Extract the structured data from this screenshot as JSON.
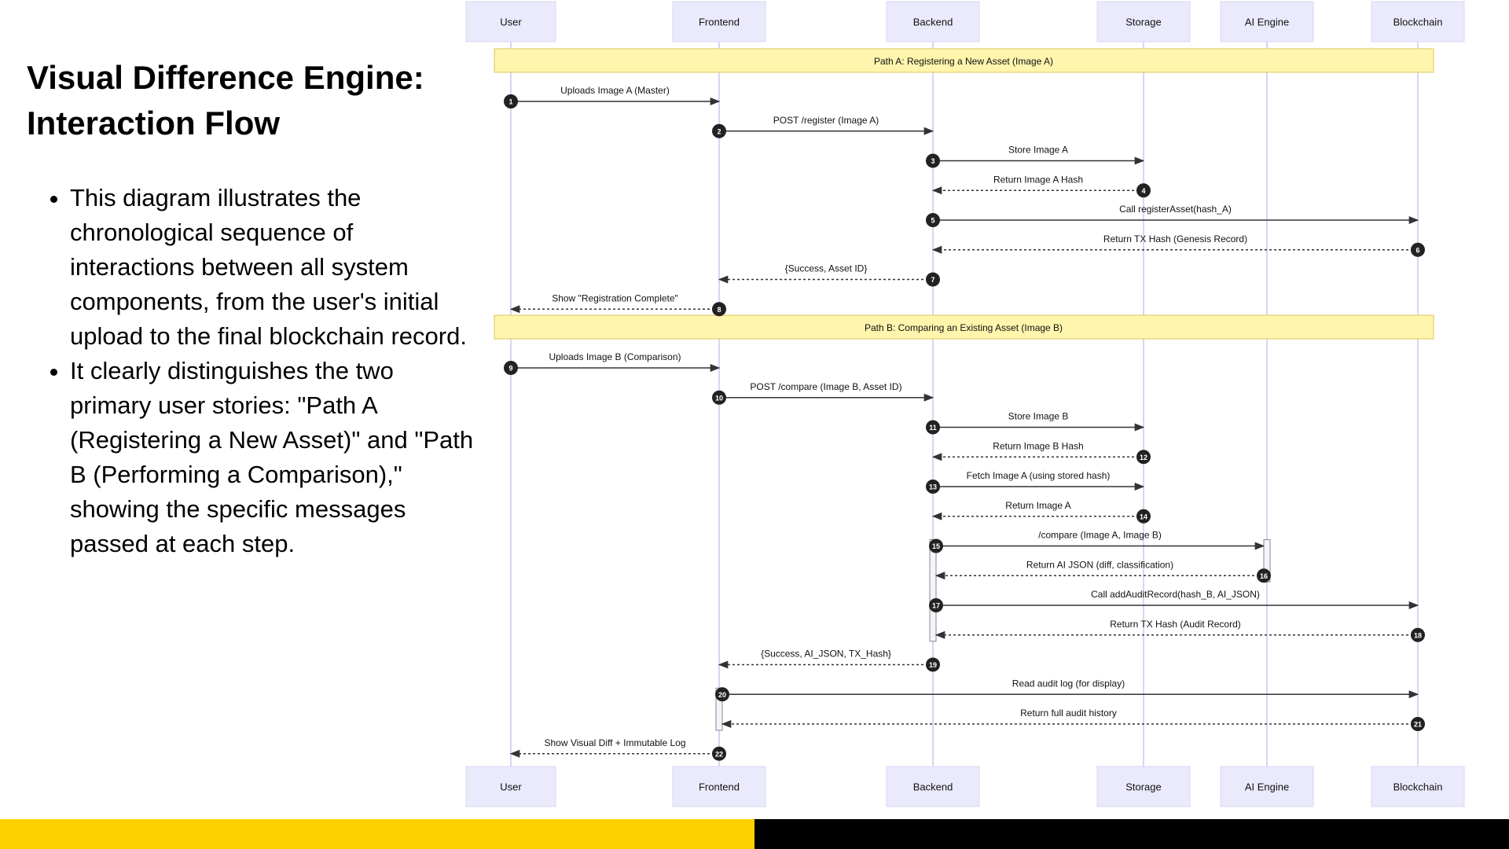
{
  "slide": {
    "title": "Visual Difference Engine: Interaction Flow",
    "bullets": [
      "This diagram illustrates the chronological sequence of interactions between all system components, from the user's initial upload to the final blockchain record.",
      "It clearly distinguishes the two primary user stories: \"Path A (Registering a New Asset)\" and \"Path B (Performing a Comparison),\" showing the specific messages passed at each step."
    ]
  },
  "colors": {
    "participant_fill": "#eaeafc",
    "participant_border": "#d8d8f4",
    "lifeline": "#c9c9ee",
    "note_fill": "#fff5ad",
    "note_border": "#d8c85a",
    "arrow": "#333333",
    "step_badge": "#222222",
    "footer_left": "#ffd000",
    "footer_right": "#000000"
  },
  "sequence": {
    "participants": [
      "User",
      "Frontend",
      "Backend",
      "Storage",
      "AI Engine",
      "Blockchain"
    ],
    "notes": [
      {
        "label": "Path A: Registering a New Asset (Image A)",
        "before_step": 1
      },
      {
        "label": "Path B: Comparing an Existing Asset (Image B)",
        "before_step": 9
      }
    ],
    "messages": [
      {
        "step": "1",
        "from": "User",
        "to": "Frontend",
        "label": "Uploads Image A (Master)",
        "style": "solid"
      },
      {
        "step": "2",
        "from": "Frontend",
        "to": "Backend",
        "label": "POST /register (Image A)",
        "style": "solid"
      },
      {
        "step": "3",
        "from": "Backend",
        "to": "Storage",
        "label": "Store Image A",
        "style": "solid"
      },
      {
        "step": "4",
        "from": "Storage",
        "to": "Backend",
        "label": "Return Image A Hash",
        "style": "dotted"
      },
      {
        "step": "5",
        "from": "Backend",
        "to": "Blockchain",
        "label": "Call registerAsset(hash_A)",
        "style": "solid"
      },
      {
        "step": "6",
        "from": "Blockchain",
        "to": "Backend",
        "label": "Return TX Hash (Genesis Record)",
        "style": "dotted"
      },
      {
        "step": "7",
        "from": "Backend",
        "to": "Frontend",
        "label": "{Success, Asset ID}",
        "style": "dotted"
      },
      {
        "step": "8",
        "from": "Frontend",
        "to": "User",
        "label": "Show \"Registration Complete\"",
        "style": "dotted"
      },
      {
        "step": "9",
        "from": "User",
        "to": "Frontend",
        "label": "Uploads Image B (Comparison)",
        "style": "solid"
      },
      {
        "step": "10",
        "from": "Frontend",
        "to": "Backend",
        "label": "POST /compare (Image B, Asset ID)",
        "style": "solid"
      },
      {
        "step": "11",
        "from": "Backend",
        "to": "Storage",
        "label": "Store Image B",
        "style": "solid"
      },
      {
        "step": "12",
        "from": "Storage",
        "to": "Backend",
        "label": "Return Image B Hash",
        "style": "dotted"
      },
      {
        "step": "13",
        "from": "Backend",
        "to": "Storage",
        "label": "Fetch Image A (using stored hash)",
        "style": "solid"
      },
      {
        "step": "14",
        "from": "Storage",
        "to": "Backend",
        "label": "Return Image A",
        "style": "dotted"
      },
      {
        "step": "15",
        "from": "Backend",
        "to": "AI Engine",
        "label": "/compare (Image A, Image B)",
        "style": "solid"
      },
      {
        "step": "16",
        "from": "AI Engine",
        "to": "Backend",
        "label": "Return AI JSON (diff, classification)",
        "style": "dotted"
      },
      {
        "step": "17",
        "from": "Backend",
        "to": "Blockchain",
        "label": "Call addAuditRecord(hash_B, AI_JSON)",
        "style": "solid"
      },
      {
        "step": "18",
        "from": "Blockchain",
        "to": "Backend",
        "label": "Return TX Hash (Audit Record)",
        "style": "dotted"
      },
      {
        "step": "19",
        "from": "Backend",
        "to": "Frontend",
        "label": "{Success, AI_JSON, TX_Hash}",
        "style": "dotted"
      },
      {
        "step": "20",
        "from": "Frontend",
        "to": "Blockchain",
        "label": "Read audit log (for display)",
        "style": "solid"
      },
      {
        "step": "21",
        "from": "Blockchain",
        "to": "Frontend",
        "label": "Return full audit history",
        "style": "dotted"
      },
      {
        "step": "22",
        "from": "Frontend",
        "to": "User",
        "label": "Show Visual Diff + Immutable Log",
        "style": "dotted"
      }
    ],
    "activations": [
      {
        "participant": "Backend",
        "from_step": "15",
        "to_step": "18"
      },
      {
        "participant": "AI Engine",
        "from_step": "15",
        "to_step": "16"
      },
      {
        "participant": "Frontend",
        "from_step": "20",
        "to_step": "21"
      }
    ]
  }
}
